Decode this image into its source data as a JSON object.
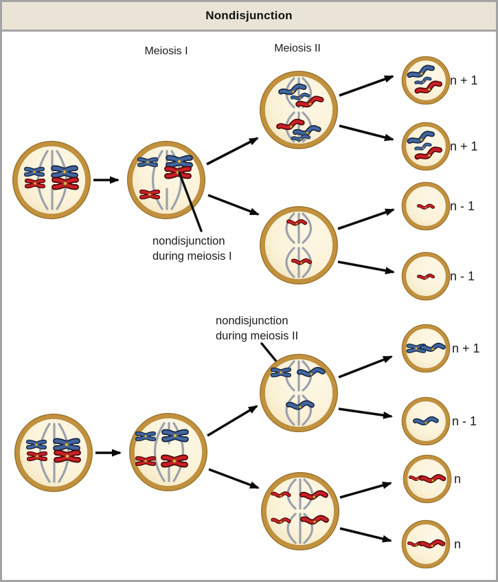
{
  "title": "Nondisjunction",
  "column_headers": {
    "meiosis_i": "Meiosis I",
    "meiosis_ii": "Meiosis II"
  },
  "annotations": {
    "meiosis_i": {
      "line1": "nondisjunction",
      "line2": "during meiosis I"
    },
    "meiosis_ii": {
      "line1": "nondisjunction",
      "line2": "during meiosis II"
    }
  },
  "pathways": [
    {
      "gamete_labels": [
        "n + 1",
        "n + 1",
        "n - 1",
        "n - 1"
      ]
    },
    {
      "gamete_labels": [
        "n + 1",
        "n - 1",
        "n",
        "n"
      ]
    }
  ],
  "colors": {
    "chromosome_blue": "#41669f",
    "chromosome_blue_outline": "#16233d",
    "chromosome_red": "#c92025",
    "chromosome_red_outline": "#470608",
    "cell_membrane_gold": "#c3913c",
    "cell_fill_cream": "#fbf2d8",
    "spindle_gray": "#9ba2ac",
    "centromere_gold": "#e7c14c",
    "title_bar_bg": "#e9e4d6",
    "frame_border_gray": "#a3a3a3",
    "arrow_black": "#0a0a0a"
  }
}
